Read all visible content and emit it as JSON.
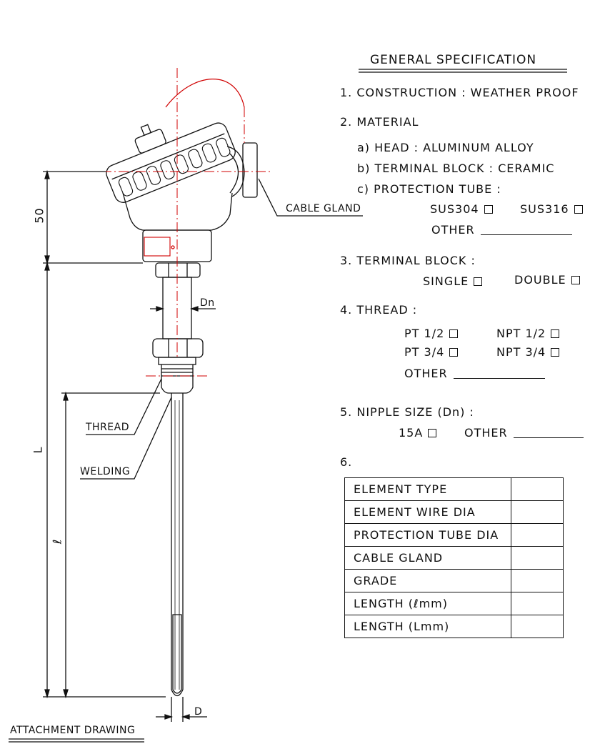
{
  "title": "GENERAL SPECIFICATION",
  "items": {
    "construction": "1. CONSTRUCTION : WEATHER PROOF",
    "material": "2. MATERIAL",
    "material_head": "a) HEAD : ALUMINUM ALLOY",
    "material_terminal": "b) TERMINAL BLOCK : CERAMIC",
    "material_tube": "c) PROTECTION TUBE :",
    "sus304": "SUS304",
    "sus316": "SUS316",
    "other": "OTHER",
    "terminal_block": "3. TERMINAL BLOCK :",
    "single": "SINGLE",
    "double": "DOUBLE",
    "thread": "4. THREAD :",
    "pt12": "PT 1/2",
    "npt12": "NPT 1/2",
    "pt34": "PT 3/4",
    "npt34": "NPT 3/4",
    "nipple": "5. NIPPLE SIZE (Dn) :",
    "size15a": "15A",
    "item6": "6."
  },
  "table_rows": [
    "ELEMENT TYPE",
    "ELEMENT WIRE DIA",
    "PROTECTION TUBE DIA",
    "CABLE GLAND",
    "GRADE",
    "LENGTH (ℓmm)",
    "LENGTH (Lmm)"
  ],
  "drawing": {
    "cable_gland": "CABLE GLAND",
    "dim_50": "50",
    "dn": "Dn",
    "thread": "THREAD",
    "welding": "WELDING",
    "dim_L": "L",
    "dim_l": "ℓ",
    "dim_D": "D",
    "caption": "ATTACHMENT DRAWING"
  }
}
